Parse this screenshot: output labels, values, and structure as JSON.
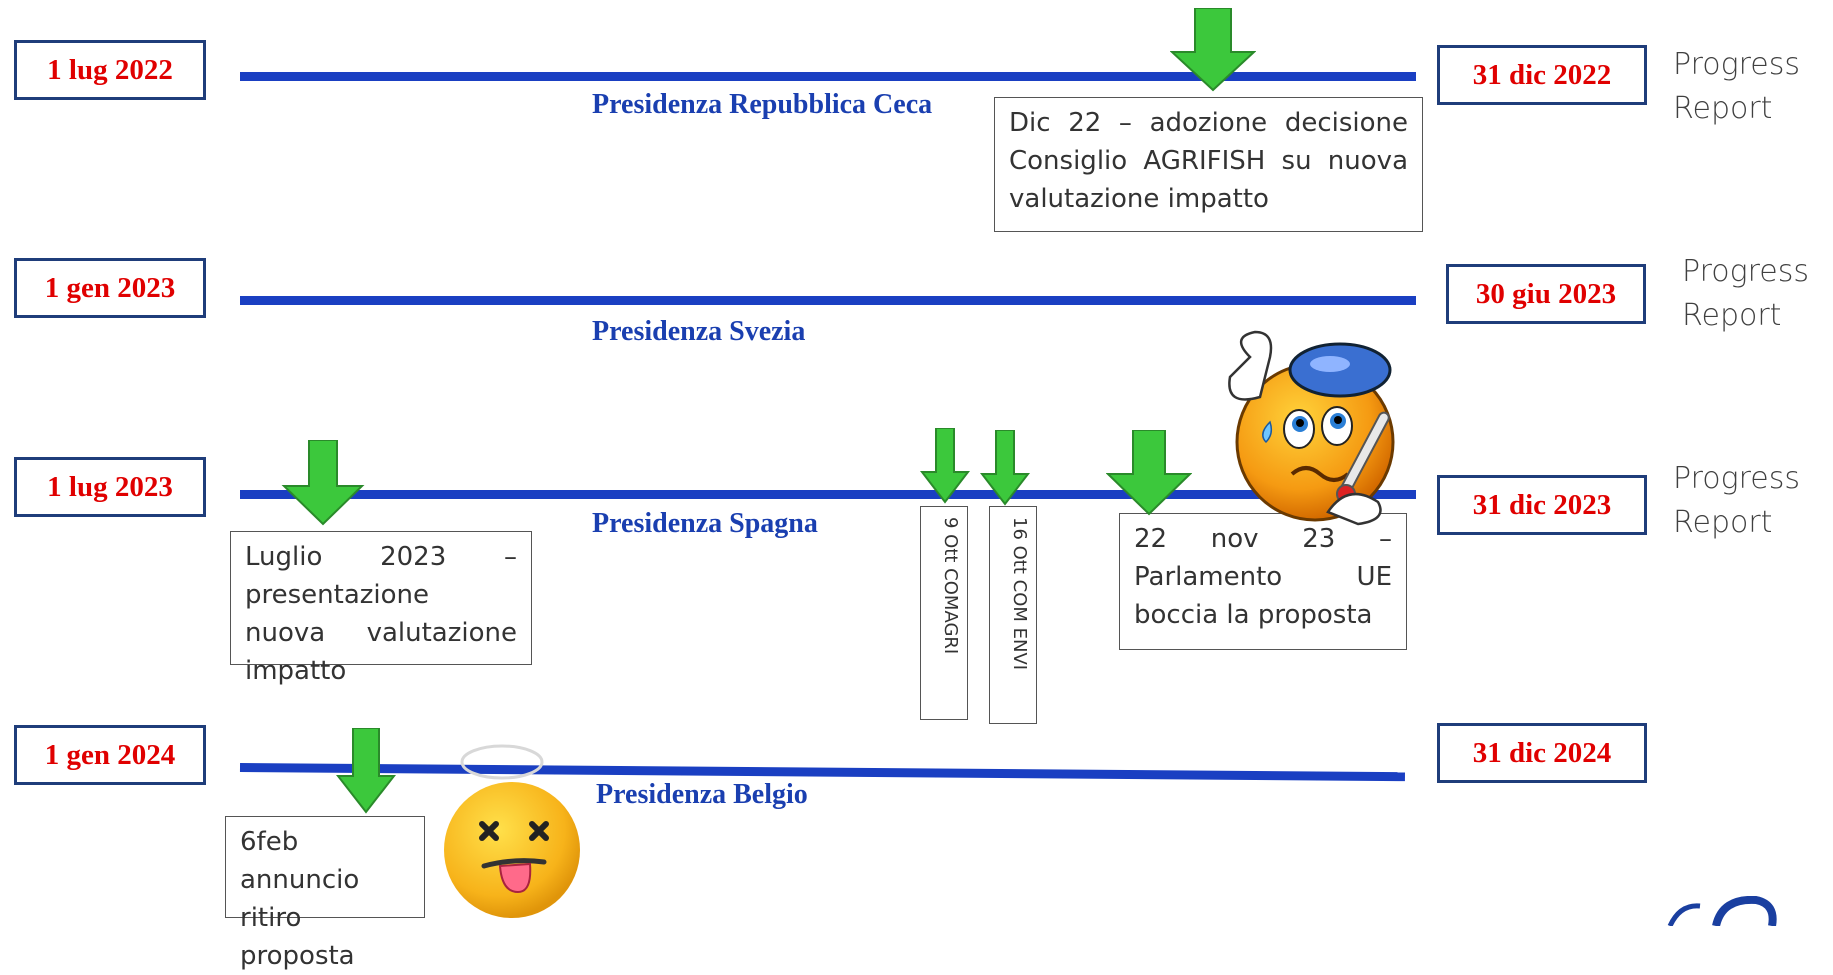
{
  "timelines": [
    {
      "start": "1 lug 2022",
      "end": "31 dic 2022",
      "presidency": "Presidenza Repubblica Ceca",
      "report": "Progress\nReport"
    },
    {
      "start": "1 gen 2023",
      "end": "30 giu 2023",
      "presidency": "Presidenza Svezia",
      "report": "Progress\nReport"
    },
    {
      "start": "1 lug 2023",
      "end": "31 dic 2023",
      "presidency": "Presidenza Spagna",
      "report": "Progress\nReport"
    },
    {
      "start": "1 gen 2024",
      "end": "31 dic 2024",
      "presidency": "Presidenza Belgio"
    }
  ],
  "events": {
    "agrifish": "Dic 22 – adozione decisione Consiglio AGRIFISH su nuova valutazione impatto",
    "luglio": "Luglio 2023 – presentazione nuova valutazione impatto",
    "comagri": "9 Ott COMAGRI",
    "comenvi": "16 Ott COM ENVI",
    "parlamento": "22 nov 23 – Parlamento UE boccia la proposta",
    "ritiro": "6feb annuncio ritiro proposta"
  },
  "colors": {
    "timeline_bar": "#1a3fc2",
    "date_text": "#e00000",
    "date_border": "#1f3d7a",
    "presidency_text": "#1a3fb0",
    "arrow_fill": "#3cc83c",
    "arrow_stroke": "#2a8a2a"
  },
  "icons": [
    "down-arrow-icon",
    "sick-face-emoji-icon",
    "dizzy-face-emoji-icon"
  ]
}
